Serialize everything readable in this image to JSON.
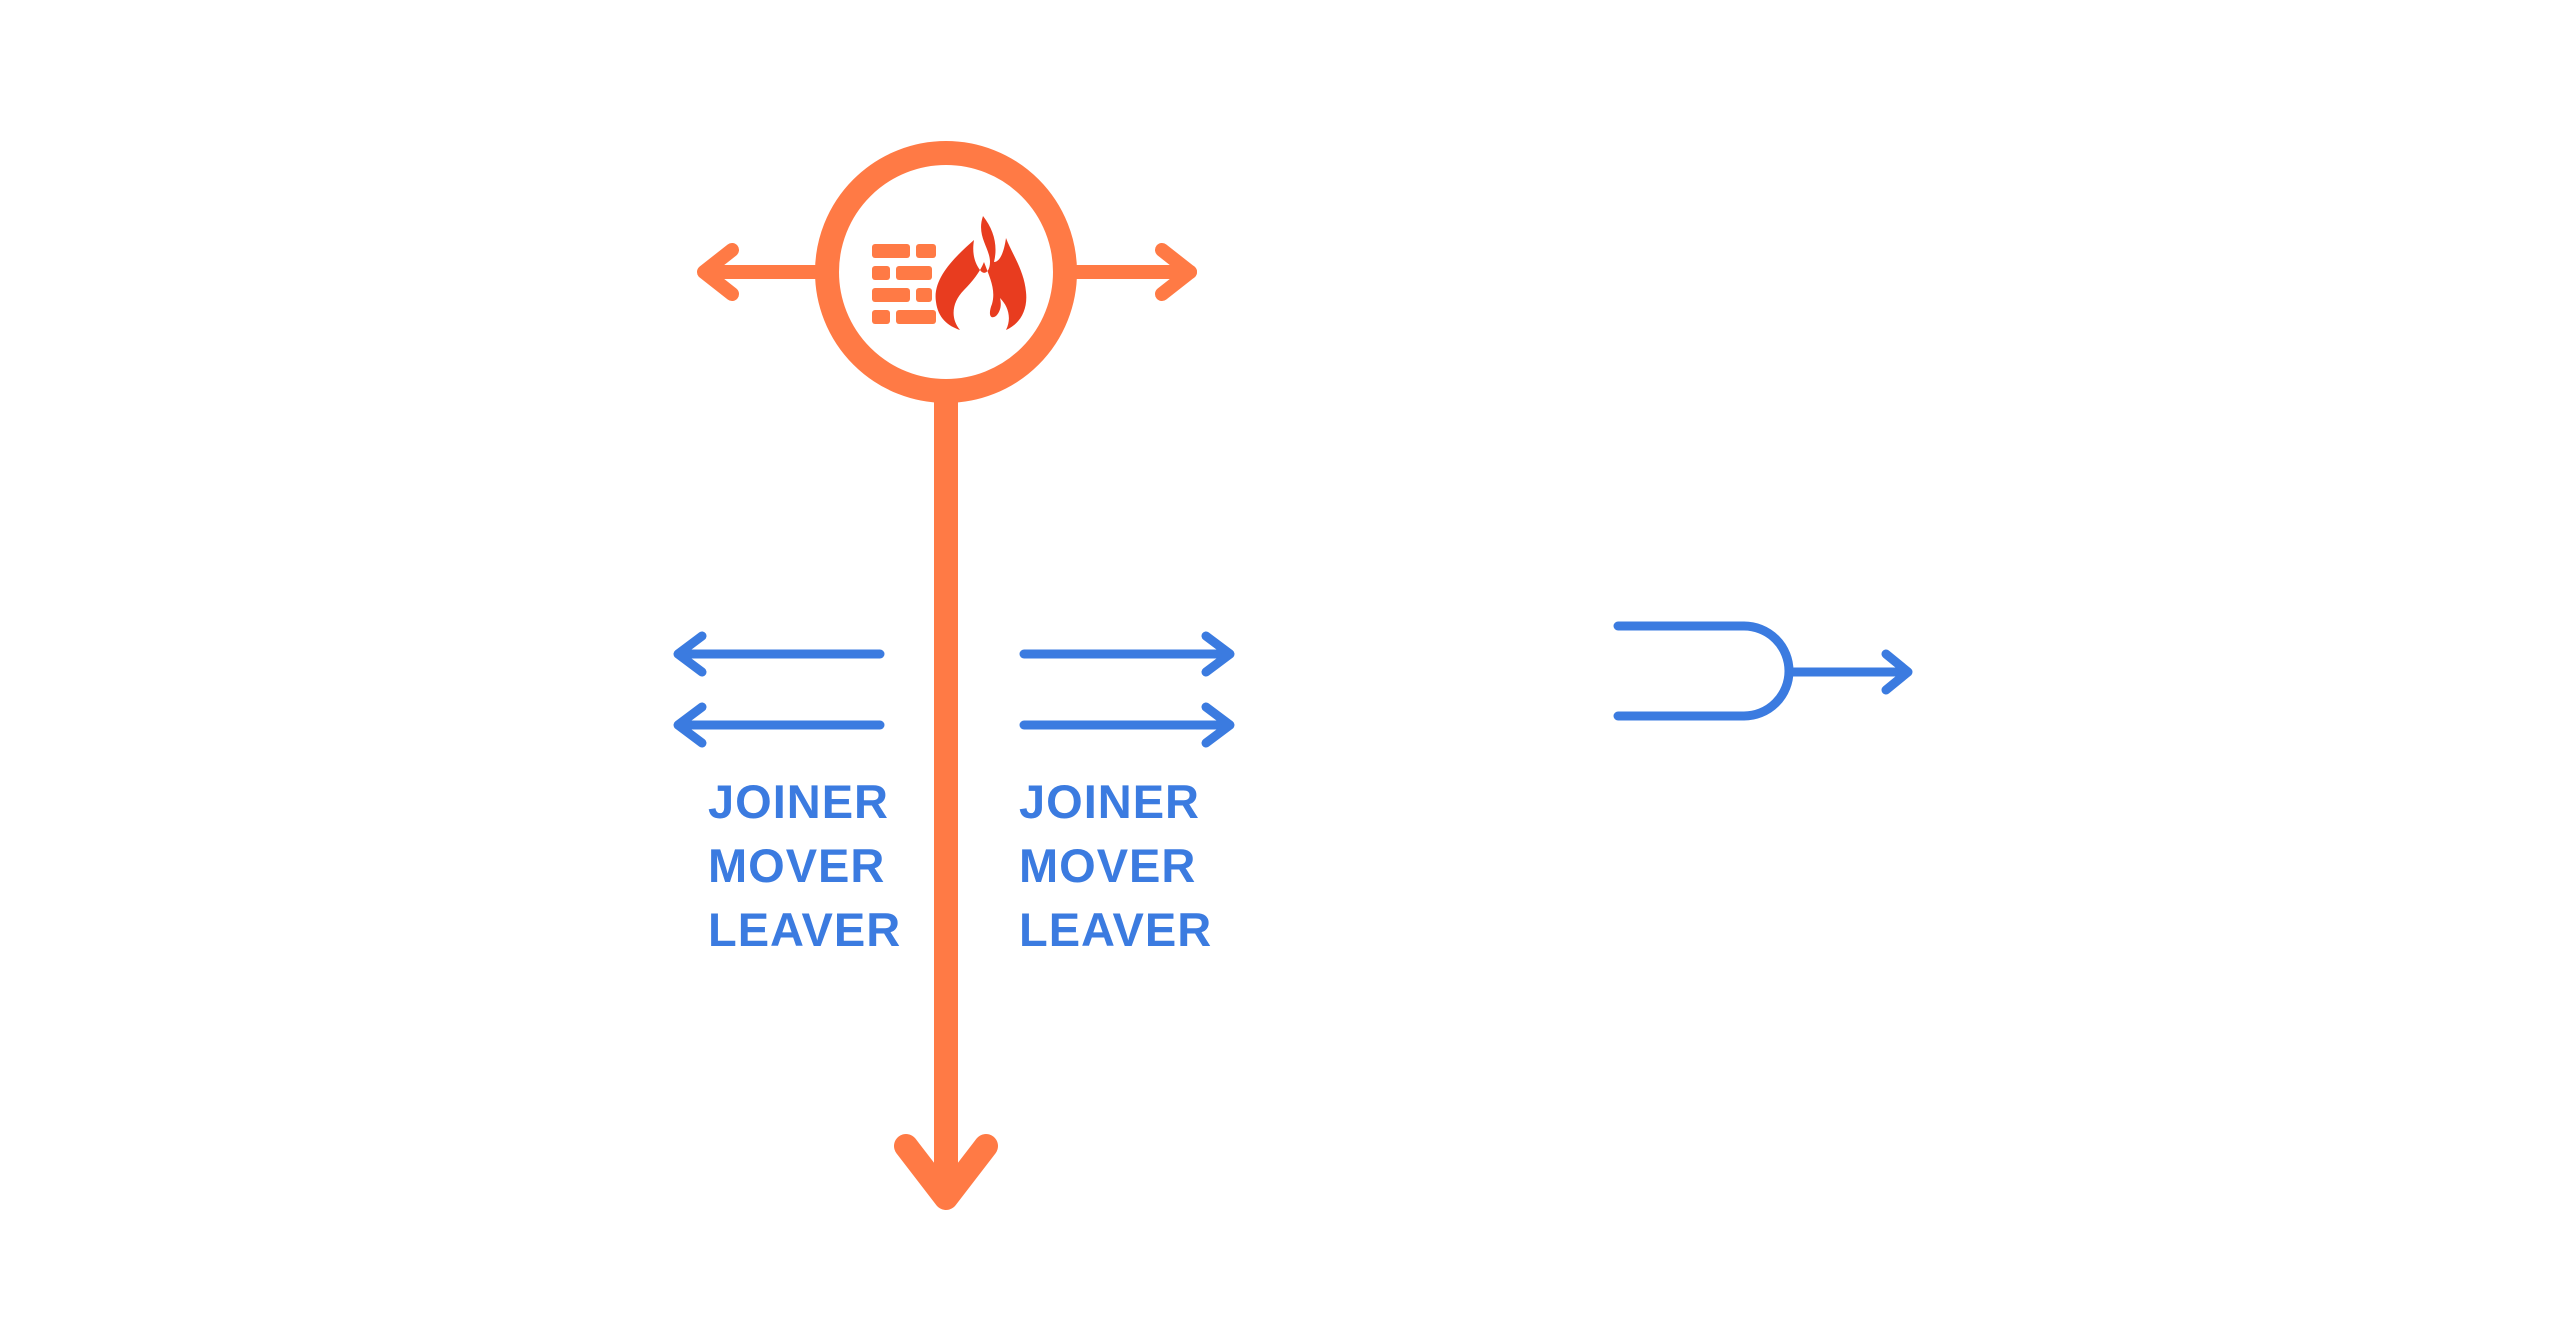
{
  "colors": {
    "firewall_orange": "#ff7a45",
    "flame_red": "#e83c1f",
    "flow_blue": "#3b7be0",
    "background": "#ffffff"
  },
  "icons": {
    "center": "firewall-icon",
    "merge": "merge-connector-icon"
  },
  "labels": {
    "left": [
      "JOINER",
      "MOVER",
      "LEAVER"
    ],
    "right": [
      "JOINER",
      "MOVER",
      "LEAVER"
    ]
  }
}
